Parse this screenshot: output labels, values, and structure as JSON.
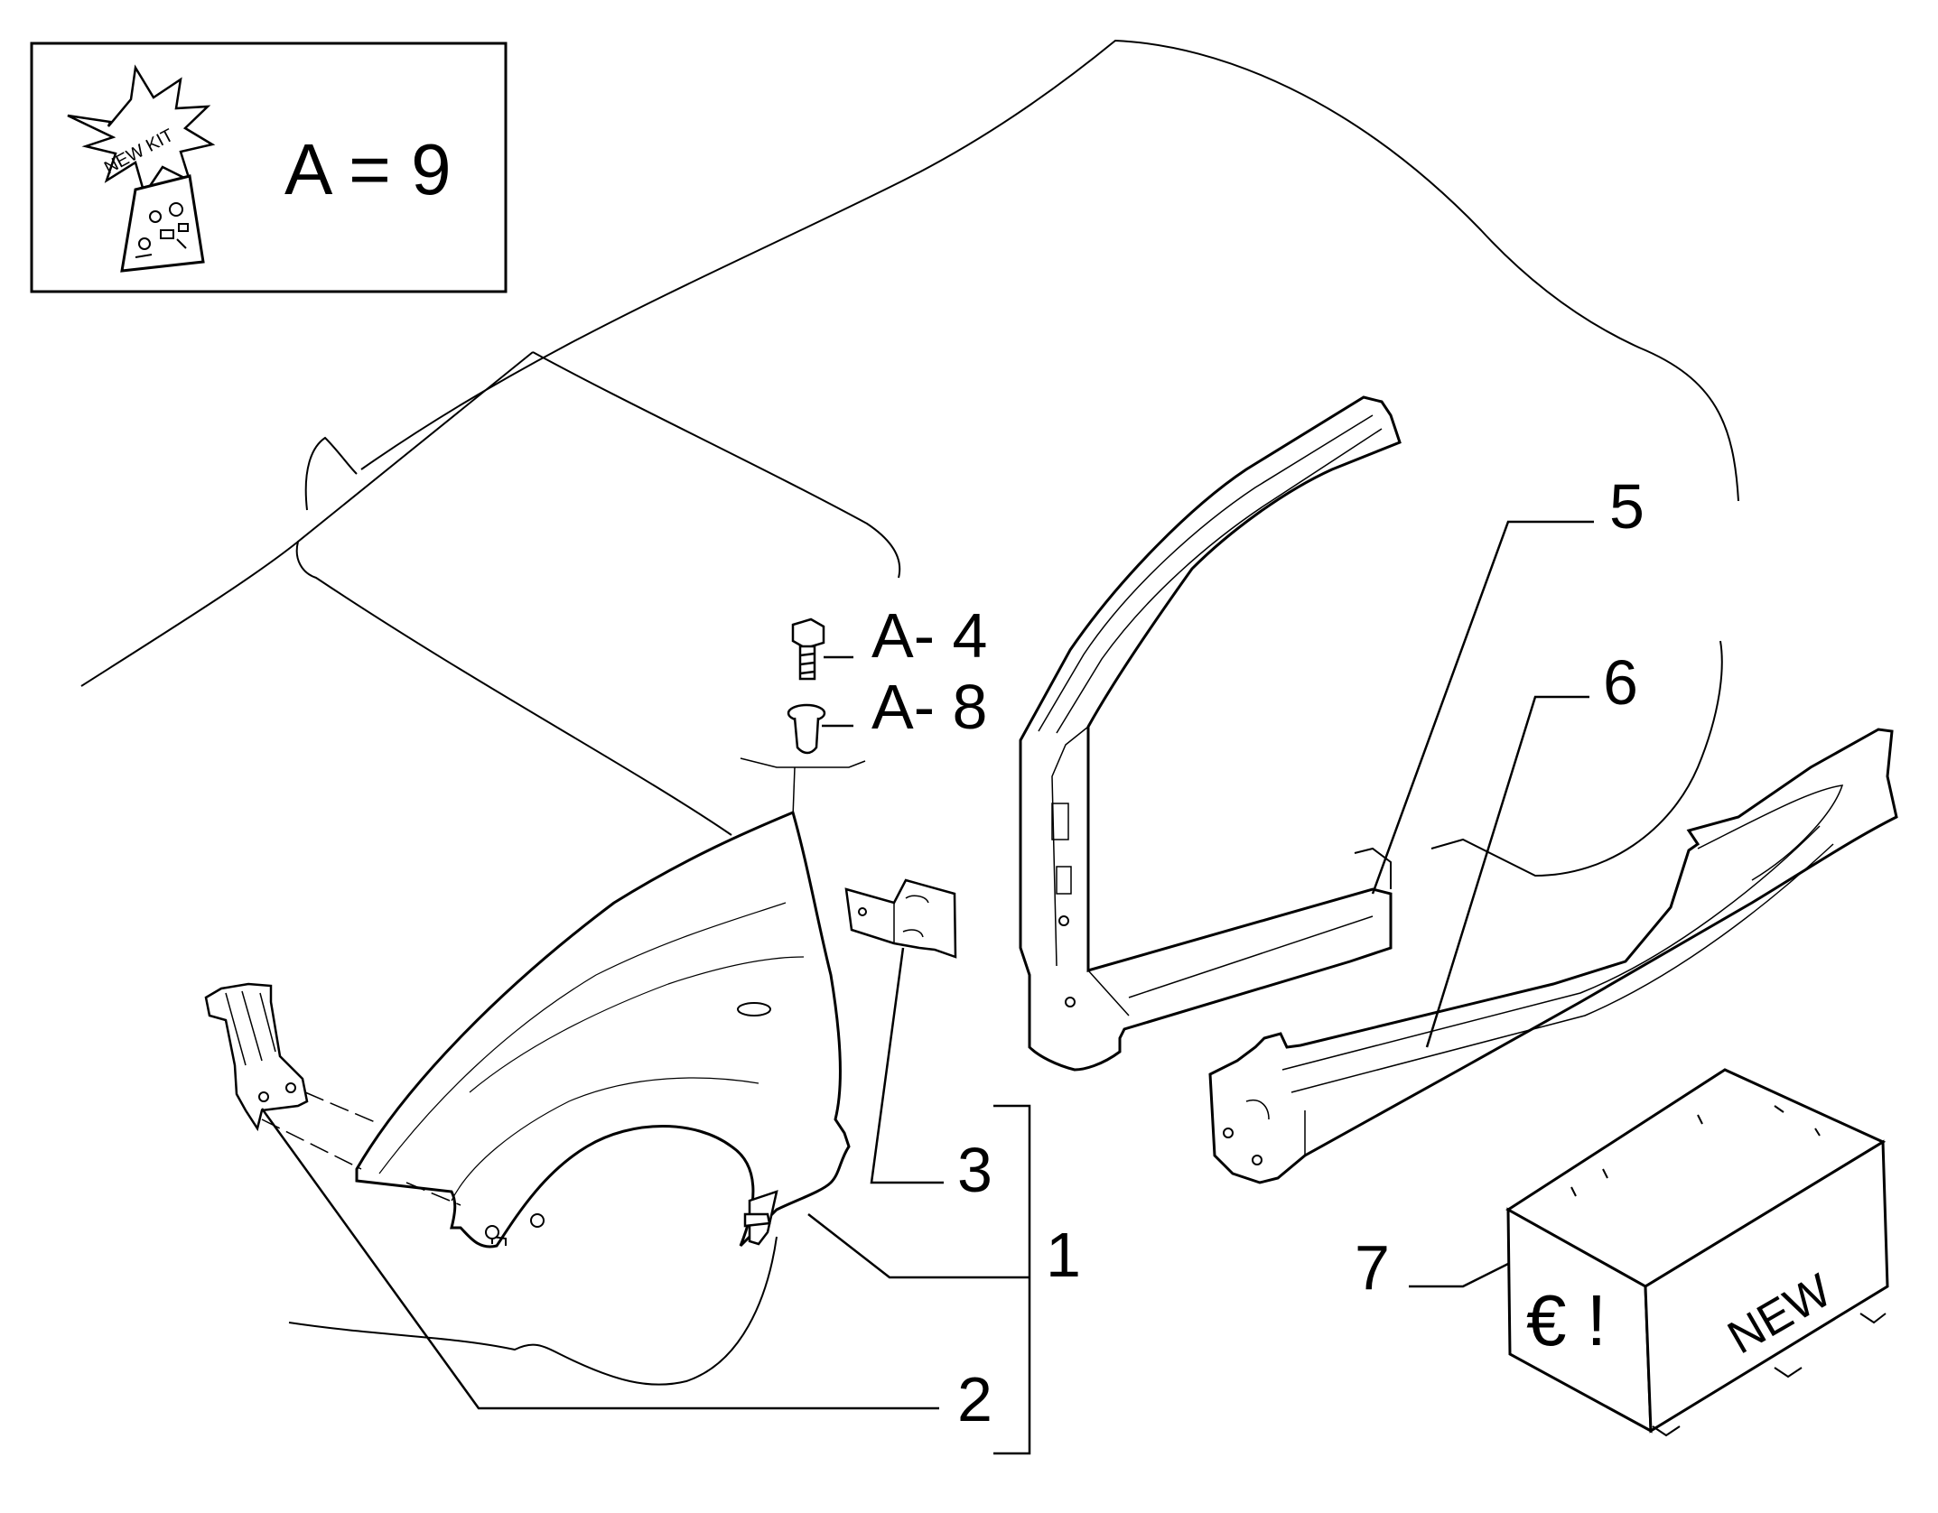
{
  "kit_box": {
    "badge_text": "NEW KIT",
    "equation": "A = 9"
  },
  "callouts": {
    "a4": "A- 4",
    "a8": "A- 8",
    "c1": "1",
    "c2": "2",
    "c3": "3",
    "c5": "5",
    "c6": "6",
    "c7": "7"
  },
  "crate": {
    "label": "NEW",
    "symbol": "€ !"
  },
  "colors": {
    "line": "#000000",
    "background": "#ffffff"
  }
}
